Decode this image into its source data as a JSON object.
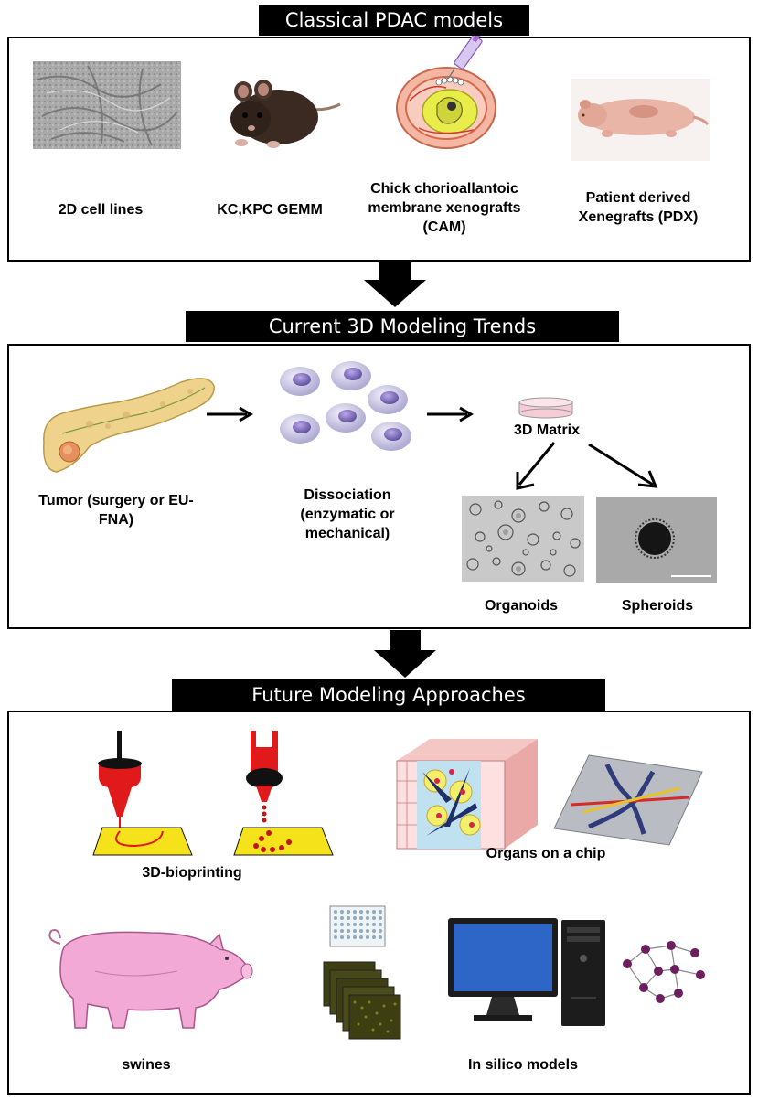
{
  "sections": {
    "classical": {
      "title": "Classical PDAC models",
      "items": [
        {
          "label": "2D cell lines"
        },
        {
          "label": "KC,KPC GEMM"
        },
        {
          "label": "Chick chorioallantoic membrane xenografts (CAM)"
        },
        {
          "label": "Patient derived Xenegrafts (PDX)"
        }
      ]
    },
    "current": {
      "title": "Current 3D Modeling Trends",
      "tumor": "Tumor (surgery or EU-FNA)",
      "dissociation": "Dissociation (enzymatic or mechanical)",
      "matrix": "3D Matrix",
      "organoids": "Organoids",
      "spheroids": "Spheroids"
    },
    "future": {
      "title": "Future Modeling Approaches",
      "bioprinting": "3D-bioprinting",
      "organs_chip": "Organs on a chip",
      "swines": "swines",
      "in_silico": "In silico models"
    }
  },
  "colors": {
    "banner": "#000000",
    "ink_red": "#e0191b",
    "paper_yellow": "#f5e21a",
    "pig_pink": "#f2a9d6",
    "cell_purple": "#7a6fb0",
    "network_purple": "#6b1f5e"
  }
}
